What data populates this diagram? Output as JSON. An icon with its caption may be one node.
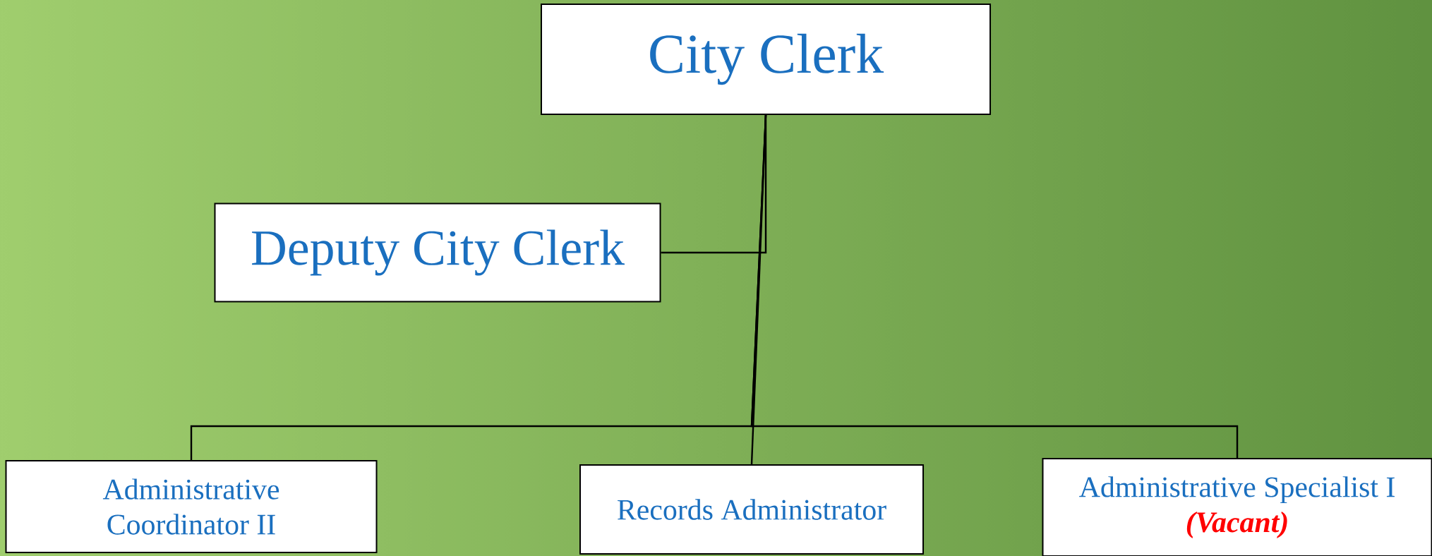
{
  "diagram": {
    "nodes": [
      {
        "text": [
          "City Clerk"
        ]
      },
      {
        "text": [
          "Deputy City Clerk"
        ]
      },
      {
        "text": [
          "Administrative Coordinator II"
        ]
      },
      {
        "text": [
          "Records Administrator"
        ]
      },
      {
        "text": [
          "Administrative Specialist I",
          "(Vacant)"
        ]
      }
    ],
    "edges": [
      {
        "from": 0,
        "to": 1,
        "arrow": "none"
      },
      {
        "from": 0,
        "to": 2,
        "arrow": "none"
      },
      {
        "from": 0,
        "to": 3,
        "arrow": "none"
      },
      {
        "from": 0,
        "to": 4,
        "arrow": "none"
      }
    ]
  }
}
